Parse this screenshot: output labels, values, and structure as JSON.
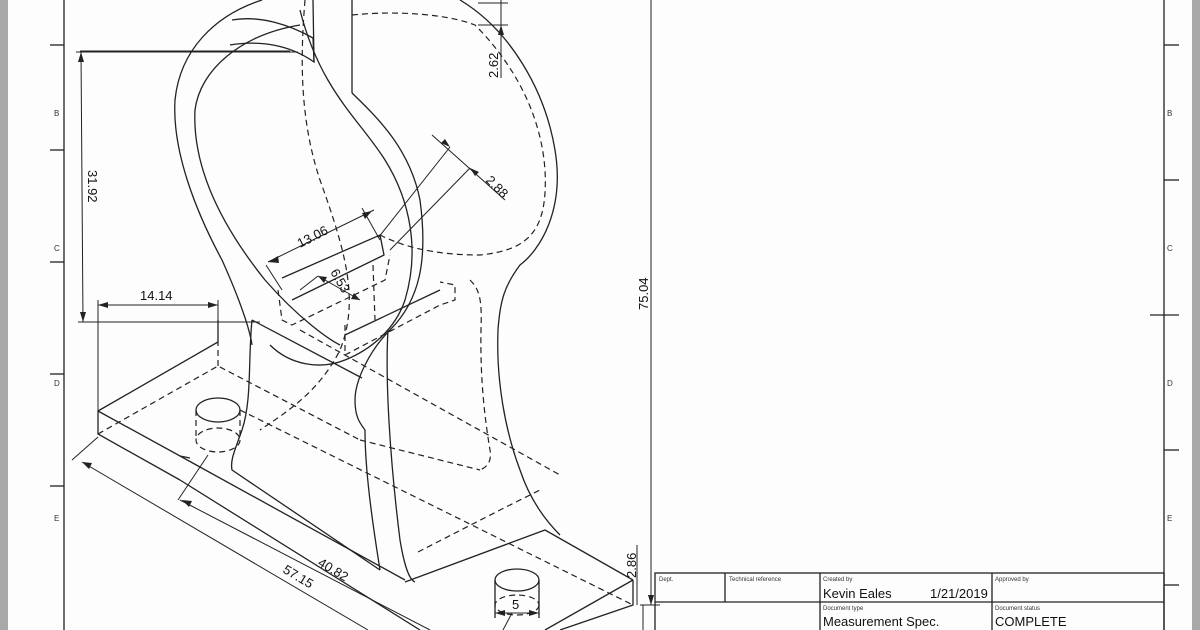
{
  "sheet": {
    "zones": [
      "B",
      "C",
      "D",
      "E"
    ]
  },
  "dimensions": {
    "d_31_92": "31.92",
    "d_14_14": "14.14",
    "d_13_06": "13.06",
    "d_6_53": "6.53",
    "d_2_88": "2.88",
    "d_2_62": "2.62",
    "d_75_04": "75.04",
    "d_57_15": "57.15",
    "d_40_82": "40.82",
    "d_2_86": "2.86",
    "d_5": "5"
  },
  "title_block": {
    "dept_label": "Dept.",
    "tech_ref_label": "Technical reference",
    "created_by_label": "Created by",
    "created_by_value": "Kevin Eales",
    "created_date": "1/21/2019",
    "approved_by_label": "Approved by",
    "doc_type_label": "Document type",
    "doc_type_value": "Measurement Spec.",
    "doc_status_label": "Document status",
    "doc_status_value": "COMPLETE"
  }
}
